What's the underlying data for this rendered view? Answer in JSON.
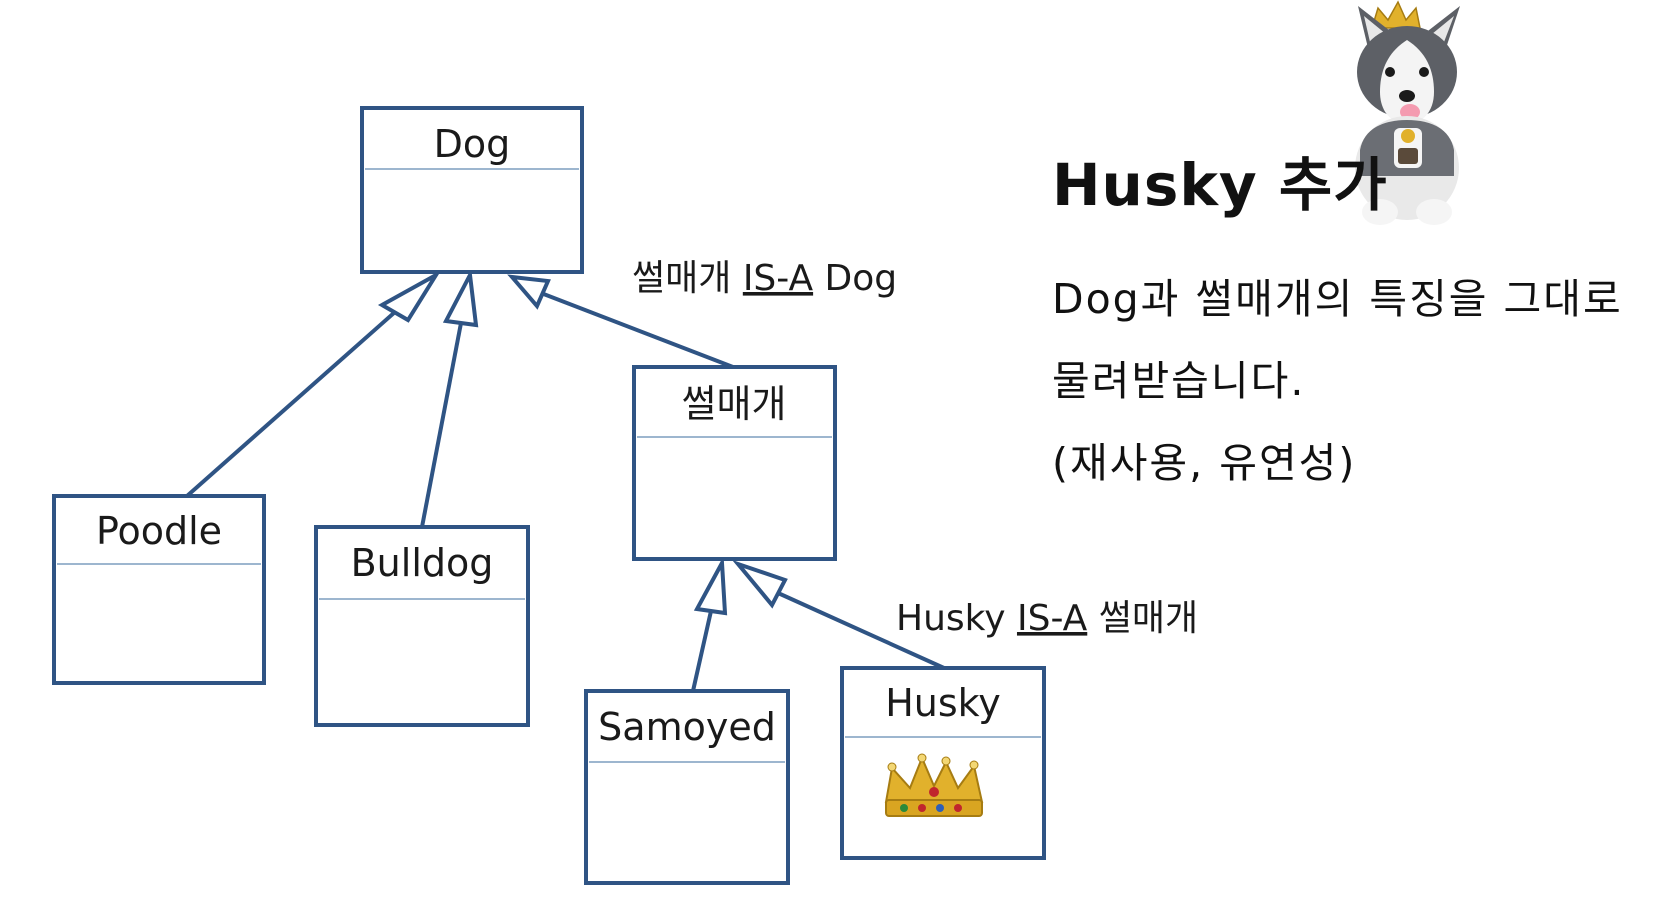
{
  "diagram": {
    "classes": [
      {
        "id": "dog",
        "name": "Dog"
      },
      {
        "id": "poodle",
        "name": "Poodle"
      },
      {
        "id": "bulldog",
        "name": "Bulldog"
      },
      {
        "id": "sled",
        "name": "썰매개"
      },
      {
        "id": "samoyed",
        "name": "Samoyed"
      },
      {
        "id": "husky",
        "name": "Husky"
      }
    ],
    "relations": [
      {
        "from": "poodle",
        "to": "dog"
      },
      {
        "from": "bulldog",
        "to": "dog"
      },
      {
        "from": "sled",
        "to": "dog"
      },
      {
        "from": "samoyed",
        "to": "sled"
      },
      {
        "from": "husky",
        "to": "sled"
      }
    ],
    "labels": {
      "sled_dog": {
        "pre": "썰매개 ",
        "isa": "IS-A",
        "post": " Dog"
      },
      "husky_sled": {
        "pre": "Husky ",
        "isa": "IS-A",
        "post": " 썰매개"
      }
    }
  },
  "side": {
    "title": "Husky 추가",
    "desc_lines": [
      "Dog과 썰매개의 특징을 그대로",
      "물려받습니다.",
      "(재사용, 유연성)"
    ]
  },
  "colors": {
    "box_stroke": "#2f5484",
    "divider": "#9db6cf",
    "text": "#1a1a1a",
    "crown_gold": "#e1b12c",
    "husky_gray": "#5d6066"
  },
  "icons": {
    "crown": "crown-icon",
    "plush": "husky-plush-illustration"
  }
}
